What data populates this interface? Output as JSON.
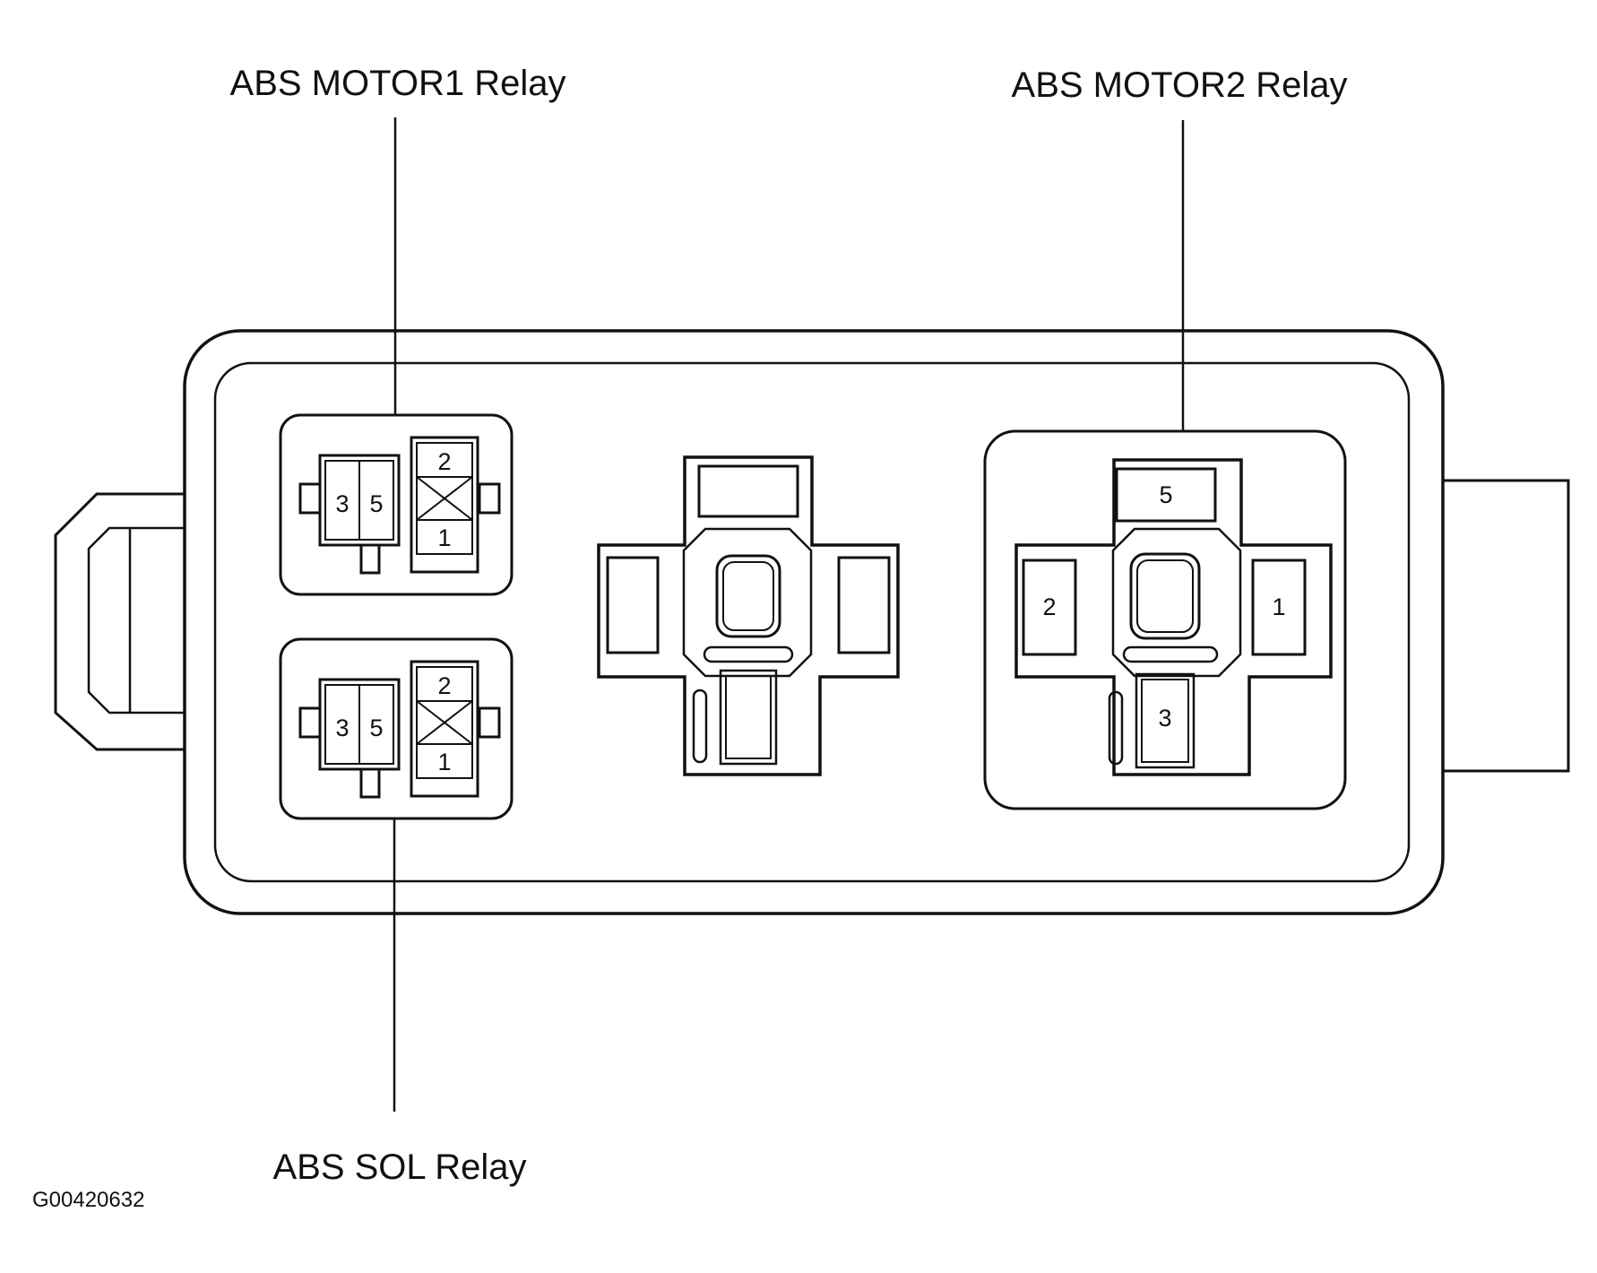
{
  "labels": {
    "motor1": "ABS MOTOR1 Relay",
    "motor2": "ABS MOTOR2 Relay",
    "sol": "ABS SOL Relay",
    "figure_code": "G00420632"
  },
  "relays": {
    "motor1": {
      "pins": [
        "3",
        "5",
        "2",
        "1"
      ]
    },
    "sol": {
      "pins": [
        "3",
        "5",
        "2",
        "1"
      ]
    },
    "motor2": {
      "pins": [
        "5",
        "2",
        "1",
        "3"
      ]
    }
  }
}
